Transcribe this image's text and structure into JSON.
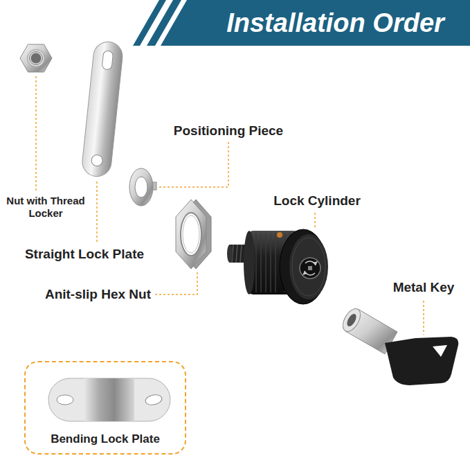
{
  "diagram": {
    "title": "Installation Order",
    "nodes": [
      {
        "text": [
          "Bending Lock Plate"
        ]
      }
    ],
    "labels": [
      "Positioning Piece",
      "Nut with Thread Locker",
      "Lock Cylinder",
      "Straight Lock Plate",
      "Metal Key",
      "Anit-slip Hex Nut"
    ]
  }
}
